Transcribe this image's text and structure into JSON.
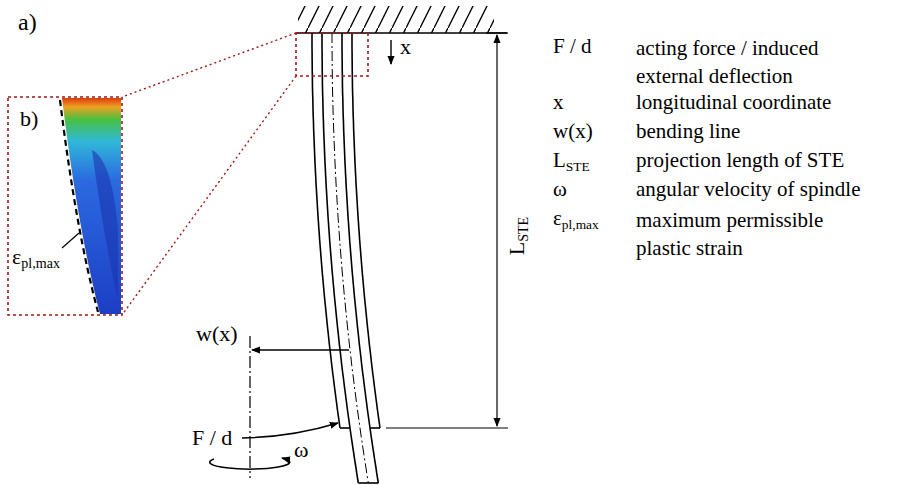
{
  "diagram": {
    "labels": [
      "a)",
      "b)",
      "x",
      "ε",
      "pl,max",
      "w(x)",
      "L",
      "STE",
      "F / d",
      "ω",
      "F / d",
      "x",
      "w(x)",
      "L",
      "STE",
      "ω",
      "ε",
      "pl,max",
      "acting force / induced external deflection",
      "longitudinal coordinate",
      "bending line",
      "projection length of STE",
      "angular velocity of spindle",
      "maximum permissible plastic strain"
    ]
  }
}
